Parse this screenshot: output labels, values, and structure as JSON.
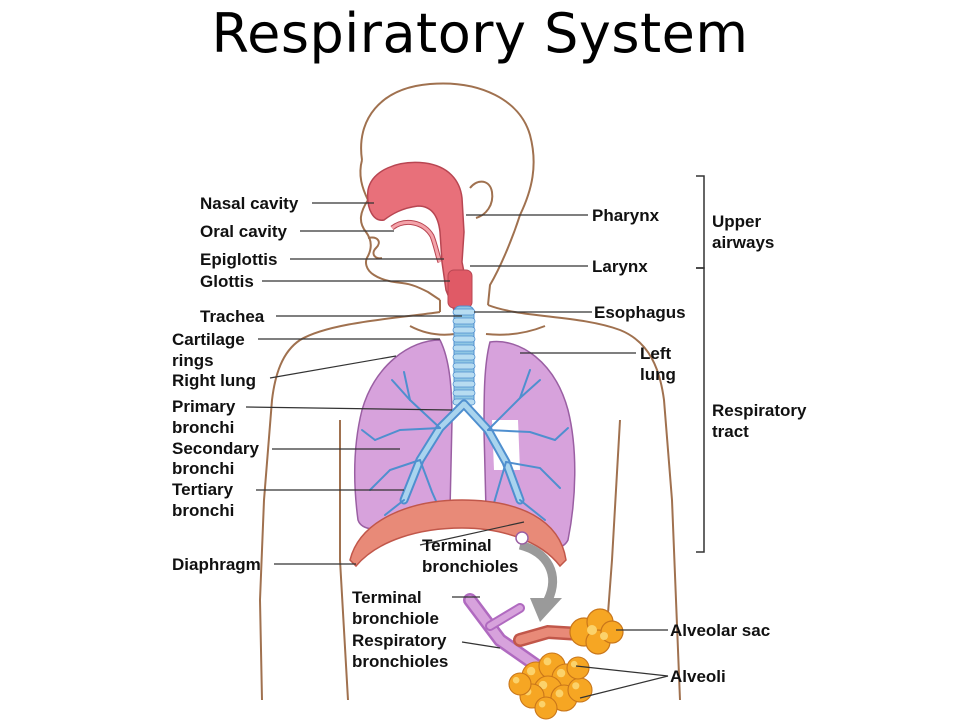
{
  "title": "Respiratory System",
  "colors": {
    "body_outline": "#a0714f",
    "airway_red": "#e8707a",
    "trachea_blue": "#8fc6e4",
    "lung_purple": "#d7a2dc",
    "lung_outline": "#9a5fa3",
    "bronchi_blue": "#4f8fcf",
    "diaphragm": "#e88a78",
    "alveoli_orange": "#f6a623",
    "leader_line": "#333333",
    "arrow_gray": "#9a9a9a"
  },
  "labels": {
    "nasal_cavity": "Nasal cavity",
    "oral_cavity": "Oral cavity",
    "epiglottis": "Epiglottis",
    "glottis": "Glottis",
    "trachea": "Trachea",
    "cartilage_rings": [
      "Cartilage",
      "rings"
    ],
    "right_lung": "Right lung",
    "primary_bronchi": [
      "Primary",
      "bronchi"
    ],
    "secondary_bronchi": [
      "Secondary",
      "bronchi"
    ],
    "tertiary_bronchi": [
      "Tertiary",
      "bronchi"
    ],
    "diaphragm": "Diaphragm",
    "pharynx": "Pharynx",
    "larynx": "Larynx",
    "esophagus": "Esophagus",
    "left_lung": [
      "Left",
      "lung"
    ],
    "upper_airways": [
      "Upper",
      "airways"
    ],
    "respiratory_tract": [
      "Respiratory",
      "tract"
    ],
    "terminal_bronchioles": [
      "Terminal",
      "bronchioles"
    ],
    "terminal_bronchiole": [
      "Terminal",
      "bronchiole"
    ],
    "respiratory_bronchioles": [
      "Respiratory",
      "bronchioles"
    ],
    "alveolar_sac": "Alveolar sac",
    "alveoli": "Alveoli"
  }
}
